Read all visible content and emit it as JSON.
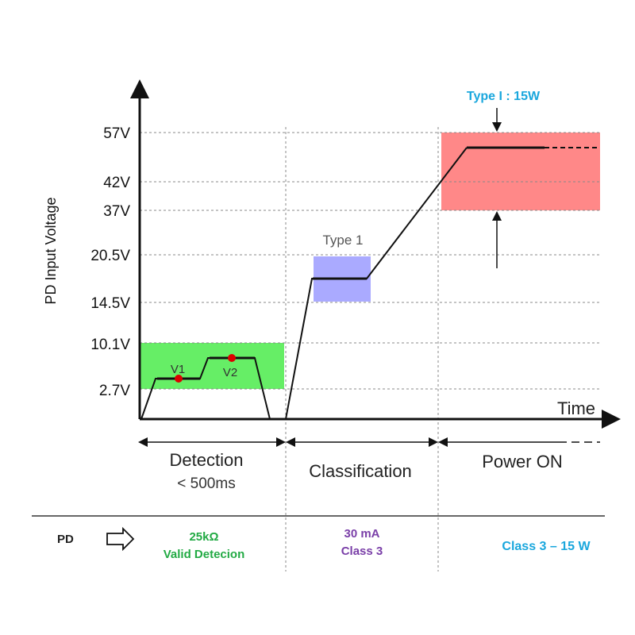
{
  "axes": {
    "y_label": "PD Input Voltage",
    "x_label": "Time"
  },
  "y_ticks": [
    "57V",
    "42V",
    "37V",
    "20.5V",
    "14.5V",
    "10.1V",
    "2.7V"
  ],
  "markers": {
    "v1": "V1",
    "v2": "V2"
  },
  "regions": {
    "type1_label": "Type 1",
    "type_i_label": "Type I : 15W"
  },
  "phases": {
    "detection": "Detection",
    "detection_sub": "< 500ms",
    "classification": "Classification",
    "power_on": "Power ON"
  },
  "bottom_row": {
    "pd": "PD",
    "detection_value": "25kΩ",
    "detection_desc": "Valid Detecion",
    "class_value": "30 mA",
    "class_desc": "Class 3",
    "power_desc": "Class 3 – 15 W"
  },
  "colors": {
    "green_band": "#66ee66",
    "blue_band": "#aaaaff",
    "red_band": "#ff8888",
    "marker": "#dd0000",
    "green_text": "#22aa44",
    "purple_text": "#7a3fa8",
    "cyan_text": "#1aa7dd"
  }
}
